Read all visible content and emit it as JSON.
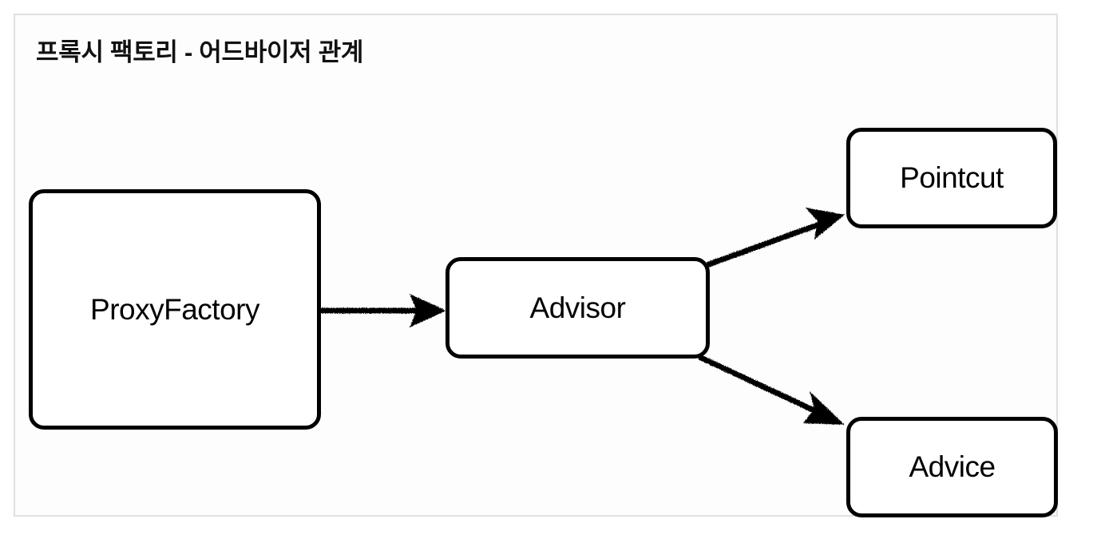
{
  "figure": {
    "title": "프록시 팩토리 - 어드바이저 관계",
    "background_color": "#fdfdfd",
    "frame_border_color": "#e0e0e0",
    "node_stroke_color": "#000000",
    "arrow_color": "#000000"
  },
  "nodes": [
    {
      "id": "proxyfactory",
      "label": "ProxyFactory"
    },
    {
      "id": "advisor",
      "label": "Advisor"
    },
    {
      "id": "pointcut",
      "label": "Pointcut"
    },
    {
      "id": "advice",
      "label": "Advice"
    }
  ],
  "edges": [
    {
      "id": "proxyfactory-to-advisor",
      "from": "ProxyFactory",
      "to": "Advisor",
      "label": "",
      "style": "sketchy-solid-arrow"
    },
    {
      "id": "advisor-to-pointcut",
      "from": "Advisor",
      "to": "Pointcut",
      "label": "",
      "style": "sketchy-solid-arrow"
    },
    {
      "id": "advisor-to-advice",
      "from": "Advisor",
      "to": "Advice",
      "label": "",
      "style": "sketchy-solid-arrow"
    }
  ]
}
